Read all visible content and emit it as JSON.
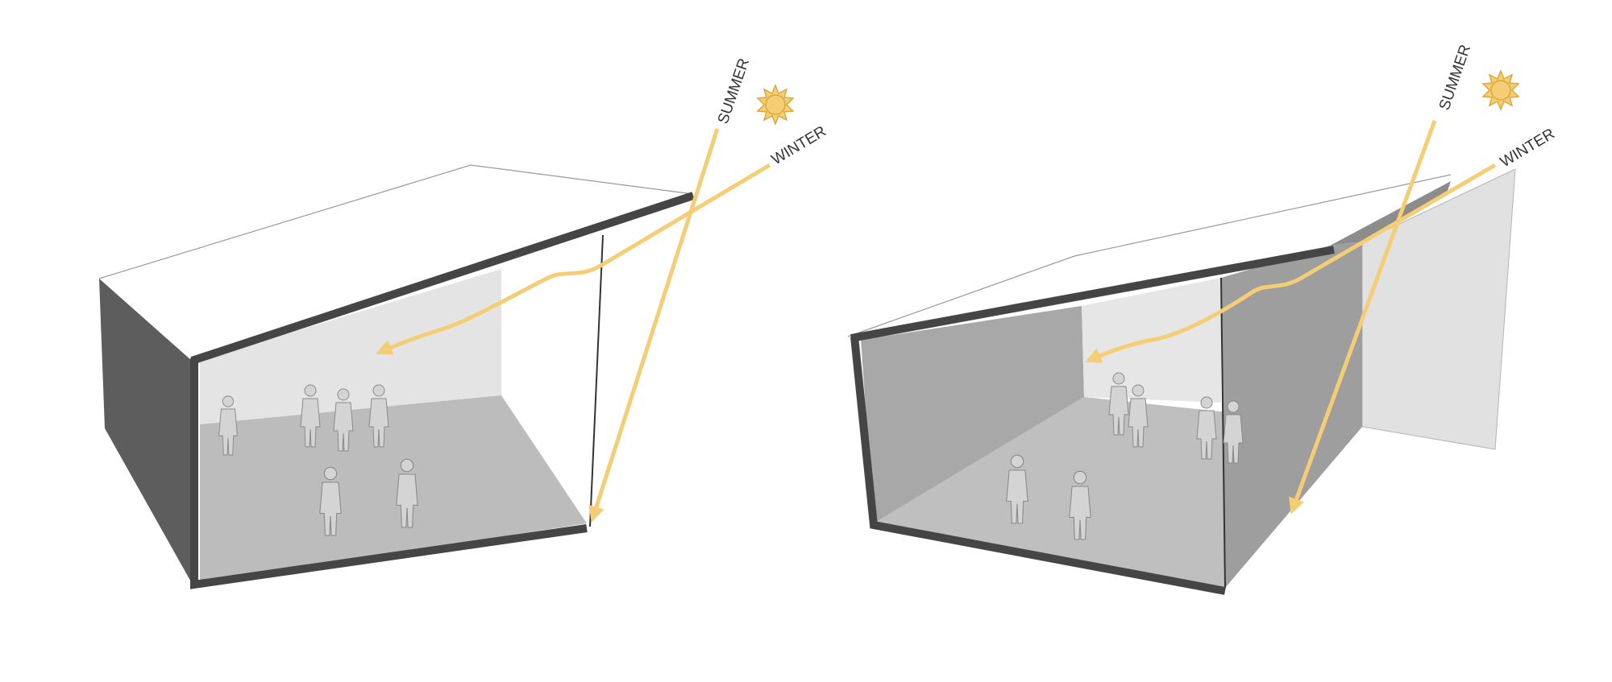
{
  "colors": {
    "sun_ray": "#f5cd75",
    "sun_fill": "#f5cd75",
    "sun_stroke": "#d9a93c",
    "wall_dark": "#5d5d5d",
    "frame": "#454545",
    "back_wall": "#e1e1e1",
    "floor": "#b9b9b9",
    "people": "#d3d3d3"
  },
  "diagrams": [
    {
      "summer_label": "SUMMER",
      "winter_label": "WINTER",
      "sun_icon": "sun-icon"
    },
    {
      "summer_label": "SUMMER",
      "winter_label": "WINTER",
      "sun_icon": "sun-icon"
    }
  ]
}
